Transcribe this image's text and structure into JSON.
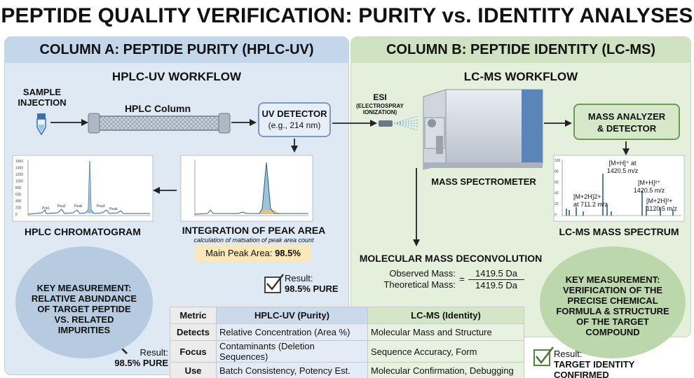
{
  "title": "PEPTIDE QUALITY VERIFICATION: PURITY vs. IDENTITY ANALYSES",
  "colA": {
    "header": "COLUMN A: PEPTIDE PURITY (HPLC-UV)",
    "workflow": "HPLC-UV WORKFLOW",
    "sample_line1": "SAMPLE",
    "sample_line2": "INJECTION",
    "column_label": "HPLC Column",
    "uv_title": "UV DETECTOR",
    "uv_sub": "(e.g., 214 nm)",
    "chrom_title": "HPLC CHROMATOGRAM",
    "chrom_yticks": [
      "1600",
      "1400",
      "1200",
      "1000",
      "800",
      "600",
      "400",
      "200",
      "0"
    ],
    "chrom_peaks": [
      "Pck1",
      "Pea2",
      "Peak",
      "Pea3",
      "Peak"
    ],
    "integ_title": "INTEGRATION OF PEAK AREA",
    "integ_sub": "calculation of matsation of peak area count",
    "main_peak_label": "Main Peak Area: ",
    "main_peak_value": "98.5%",
    "result_label": "Result:",
    "result_value": "98.5% PURE",
    "key_line1": "KEY MEASUREMENT:",
    "key_line2": "RELATIVE ABUNDANCE",
    "key_line3": "OF TARGET PEPTIDE",
    "key_line4": "VS. RELATED",
    "key_line5": "IMPURITIES",
    "result2_label": "Result:",
    "result2_value": "98.5% PURE"
  },
  "colB": {
    "header": "COLUMN B: PEPTIDE IDENTITY (LC-MS)",
    "workflow": "LC-MS WORKFLOW",
    "esi": "ESI",
    "esi_sub1": "(ELECTROSPRAY",
    "esi_sub2": "IONIZATION)",
    "ms_label": "MASS SPECTROMETER",
    "analyzer_line1": "MASS ANALYZER",
    "analyzer_line2": "& DETECTOR",
    "spectrum_title": "LC-MS MASS SPECTRUM",
    "spec_yticks": [
      "100",
      "80",
      "60",
      "40",
      "20",
      "0"
    ],
    "ann1a": "[M+H]⁺ at",
    "ann1b": "1420.5 m/z",
    "ann2a": "[M+H]²⁺",
    "ann2b": "1420.5 m/z",
    "ann3a": "[M+2H]2+",
    "ann3b": "at 711.2 m/z",
    "ann4a": "[M+2H]²+",
    "ann4b": "1120.5 m/z",
    "deconv_title": "MOLECULAR MASS DECONVOLUTION",
    "observed_label": "Observed Mass:",
    "observed_value": "1419.5 Da",
    "theoretical_label": "Theoretical Mass:",
    "theoretical_value": "1419.5 Da",
    "eq": "=",
    "key_line1": "KEY MEASUREMENT:",
    "key_line2": "VERIFICATION OF THE",
    "key_line3": "PRECISE CHEMICAL",
    "key_line4": "FORMULA & STRUCTURE",
    "key_line5": "OF THE TARGET",
    "key_line6": "COMPOUND",
    "result_label": "Result:",
    "result_value": "TARGET IDENTITY CONFIRMED"
  },
  "table": {
    "headers": [
      "Metric",
      "HPLC-UV (Purity)",
      "LC-MS (Identity)"
    ],
    "rows": [
      [
        "Detects",
        "Relative Concentration (Area %)",
        "Molecular Mass and Structure"
      ],
      [
        "Focus",
        "Contaminants (Deletion Sequences)",
        "Sequence Accuracy, Form"
      ],
      [
        "Use",
        "Batch Consistency, Potency Est.",
        "Molecular Confirmation, Debugging"
      ]
    ]
  },
  "colors": {
    "blue_panel": "#dfe9f3",
    "green_panel": "#e4efdc",
    "peak_fill": "#9fc3d8",
    "highlight": "#fbe7b8"
  }
}
